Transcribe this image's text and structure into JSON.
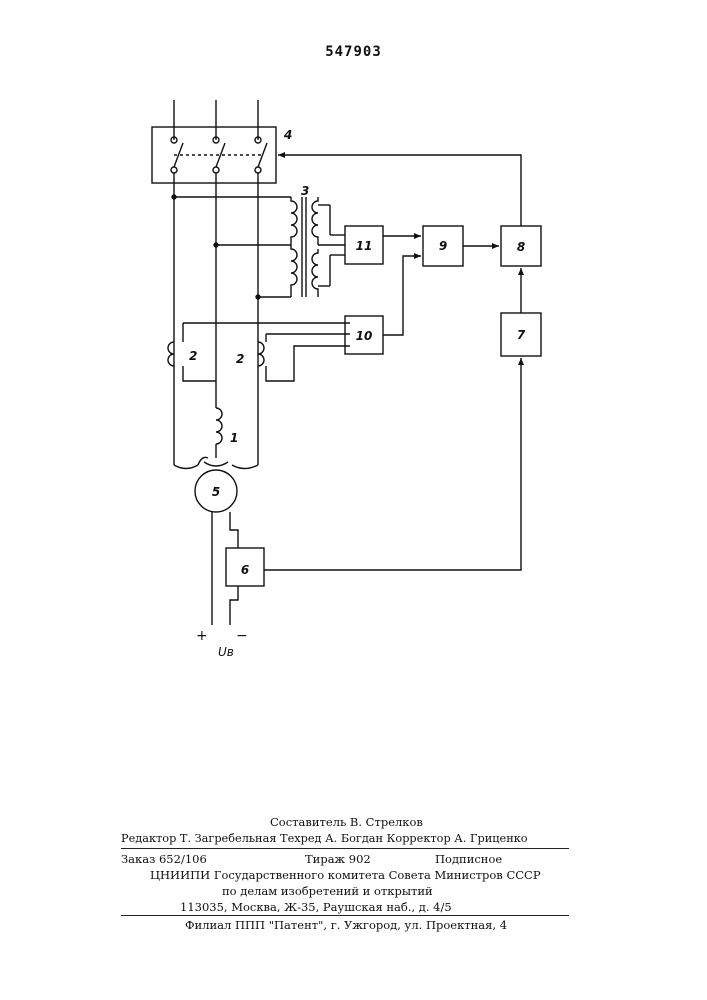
{
  "patent_number": "547903",
  "diagram": {
    "block_labels": [
      "4",
      "3",
      "11",
      "9",
      "8",
      "10",
      "7",
      "2",
      "2",
      "1",
      "5",
      "6"
    ],
    "terminals": {
      "plus": "+",
      "minus": "−",
      "voltage": "Uв"
    }
  },
  "imprint": {
    "compiler": "Составитель  В. Стрелков",
    "editor_line": "Редактор  Т. Загребельная   Техред  А. Богдан   Корректор  А. Гриценко",
    "order": "Заказ  652/106",
    "circulation": "Тираж  902",
    "subscription": "Подписное",
    "institute": "ЦНИИПИ Государственного комитета Совета Министров СССР",
    "affairs": "по делам изобретений и открытий",
    "address": "113035, Москва, Ж-35, Раушская наб., д. 4/5",
    "branch": "Филиал ППП \"Патент\", г. Ужгород, ул. Проектная, 4"
  }
}
